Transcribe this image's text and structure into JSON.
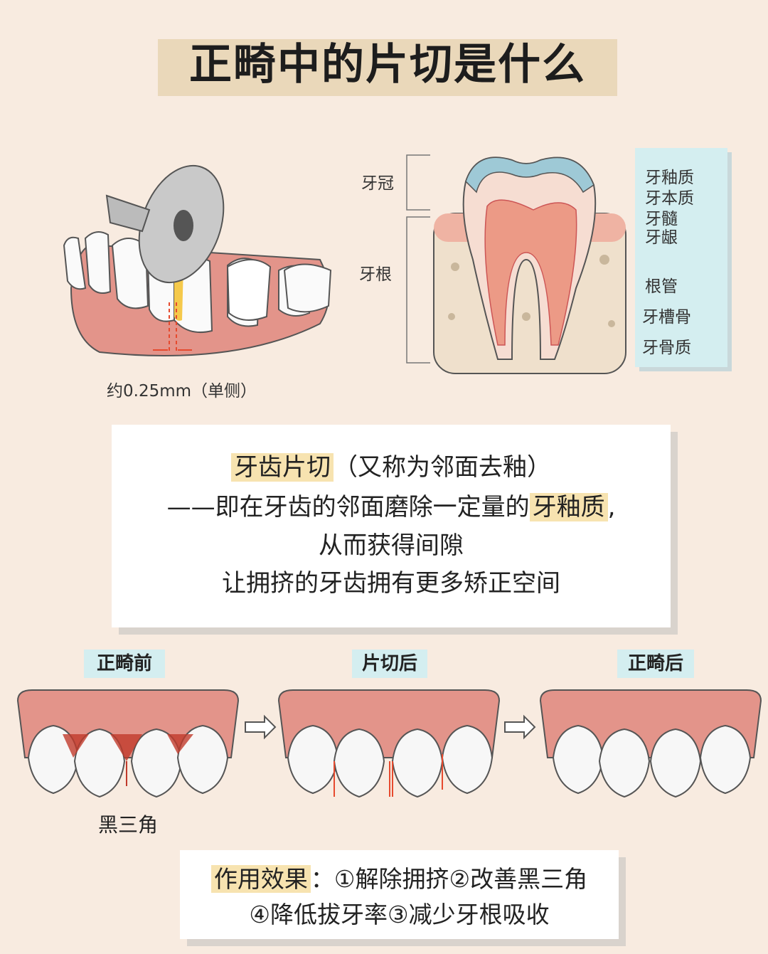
{
  "title": "正畸中的片切是什么",
  "left_illustration": {
    "caption": "约0.25mm（单侧）"
  },
  "tooth_diagram": {
    "left_labels": [
      "牙冠",
      "牙根"
    ],
    "right_labels": [
      "牙釉质",
      "牙本质",
      "牙髓",
      "牙龈",
      "根管",
      "牙槽骨",
      "牙骨质"
    ]
  },
  "definition": {
    "term": "牙齿片切",
    "alias": "（又称为邻面去釉）",
    "line2_pre": "——即在牙齿的邻面磨除一定量的",
    "line2_hl": "牙釉质",
    "line2_post": ",",
    "line3": "从而获得间隙",
    "line4": "让拥挤的牙齿拥有更多矫正空间"
  },
  "stages": [
    {
      "label": "正畸前"
    },
    {
      "label": "片切后"
    },
    {
      "label": "正畸后"
    }
  ],
  "black_triangle_label": "黑三角",
  "effects": {
    "heading": "作用效果",
    "line1": "：①解除拥挤②改善黑三角",
    "line2": "④降低拔牙率③减少牙根吸收"
  },
  "colors": {
    "background": "#f8ebe0",
    "banner": "#ead8ba",
    "label_box": "#d4eef0",
    "gum": "#e3948a",
    "highlight": "#f7e3b0"
  }
}
